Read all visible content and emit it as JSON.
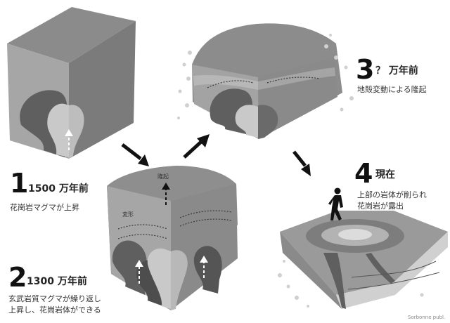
{
  "stages": [
    {
      "number": "1",
      "time": "1500 万年前",
      "description": [
        "花崗岩マグマが上昇"
      ]
    },
    {
      "number": "2",
      "time": "1300 万年前",
      "description": [
        "玄武岩質マグマが繰り返し",
        "上昇し、花崗岩体ができる"
      ]
    },
    {
      "number": "3",
      "time": "？ 万年前",
      "description": [
        "地殻変動による隆起"
      ]
    },
    {
      "number": "4",
      "time": "現在",
      "description": [
        "上部の岩体が削られ",
        "花崗岩が露出"
      ]
    }
  ],
  "annotations": {
    "uplift": "隆起",
    "deformation": "変形"
  },
  "credit": "Sorbonne publ.",
  "colors": {
    "block_top": "#8b8b8b",
    "block_front": "#a6a6a6",
    "block_side": "#7a7a7a",
    "magma_light": "#c9c9c9",
    "magma_dark": "#5f5f5f",
    "arrow": "#111111"
  }
}
